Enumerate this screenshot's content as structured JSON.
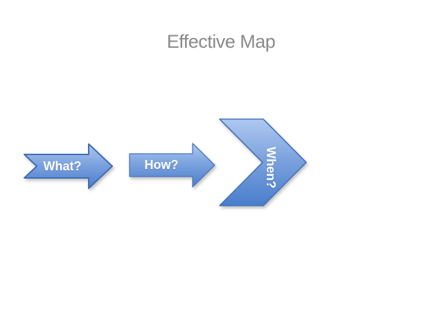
{
  "slide": {
    "title": "Effective Map"
  },
  "process_flow": {
    "description": "three-step horizontal process pointing right",
    "steps": [
      {
        "label": "What?",
        "shape": "notched-right-arrow",
        "text_orientation": "horizontal"
      },
      {
        "label": "How?",
        "shape": "right-arrow",
        "text_orientation": "horizontal"
      },
      {
        "label": "When?",
        "shape": "chevron",
        "text_orientation": "rotated-90"
      }
    ]
  },
  "colors": {
    "background": "#ffffff",
    "title_text": "#8a8a8a",
    "shape_gradient_top": "#aac5ef",
    "shape_gradient_bottom": "#4a7dcb",
    "shape_border": "#4070b8",
    "shape_label_text": "#ffffff"
  }
}
